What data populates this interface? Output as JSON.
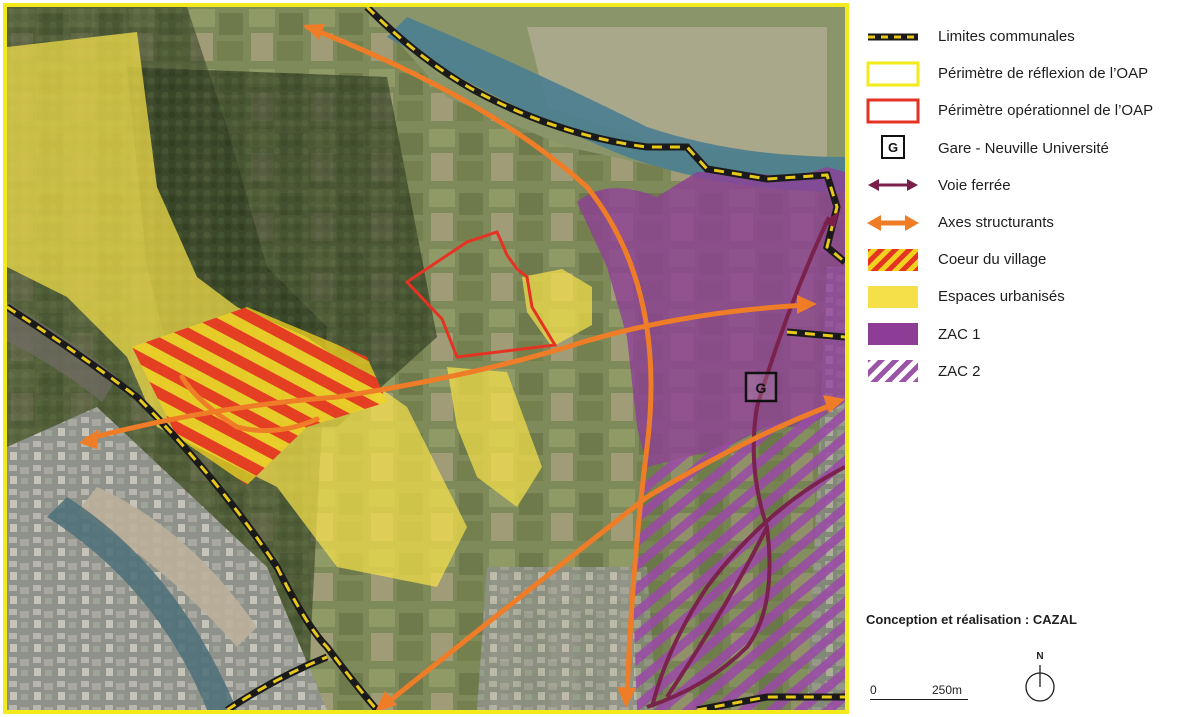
{
  "legend": {
    "items": [
      {
        "key": "limites",
        "label": "Limites communales",
        "color": "#1a1a1a",
        "accent": "#e8c91a"
      },
      {
        "key": "reflexion",
        "label": "Périmètre de réflexion de l’OAP",
        "color": "#f2ea1a"
      },
      {
        "key": "operationnel",
        "label": "Périmètre opérationnel de l’OAP",
        "color": "#e53323"
      },
      {
        "key": "gare",
        "label": "Gare - Neuville Université",
        "symbol": "G"
      },
      {
        "key": "voie",
        "label": "Voie ferrée",
        "color": "#7a1f4a"
      },
      {
        "key": "axes",
        "label": "Axes structurants",
        "color": "#ef7d27"
      },
      {
        "key": "coeur",
        "label": "Coeur du village",
        "color": "#e53323",
        "accent": "#f2d21e"
      },
      {
        "key": "espaces",
        "label": "Espaces urbanisés",
        "color": "#f5e04a"
      },
      {
        "key": "zac1",
        "label": "ZAC 1",
        "color": "#8e3d97"
      },
      {
        "key": "zac2",
        "label": "ZAC 2",
        "color": "#9a55a6"
      }
    ]
  },
  "map": {
    "station_symbol": "G"
  },
  "credit": "Conception et réalisation : CAZAL",
  "scale": {
    "start": "0",
    "end": "250m"
  },
  "north": "N"
}
